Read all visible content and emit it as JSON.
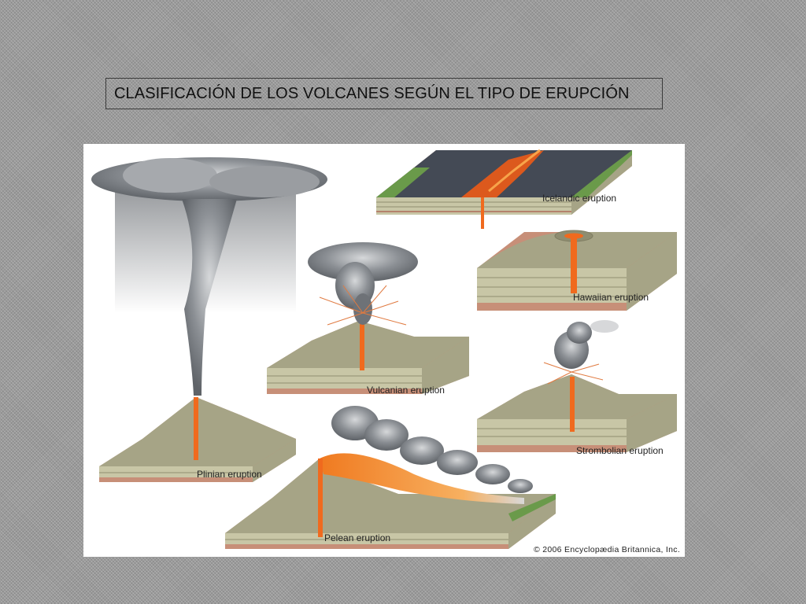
{
  "slide": {
    "title": "CLASIFICACIÓN DE LOS VOLCANES SEGÚN EL TIPO DE ERUPCIÓN"
  },
  "figure": {
    "labels": {
      "icelandic": "Icelandic eruption",
      "hawaiian": "Hawaiian eruption",
      "vulcanian": "Vulcanian eruption",
      "strombolian": "Strombolian eruption",
      "plinian": "Plinian eruption",
      "pelean": "Pelean eruption"
    },
    "copyright": "© 2006 Encyclopædia Britannica, Inc.",
    "colors": {
      "rock": "#a6a486",
      "rock_light": "#c8c6a6",
      "rock_dark": "#7f7d62",
      "crust": "#c78f78",
      "lava": "#f06a1e",
      "lava_glow": "#f7a44a",
      "smoke": "#8c9095",
      "smoke_dark": "#5f6368",
      "grass": "#6a9a4a",
      "basalt": "#444a55"
    }
  }
}
